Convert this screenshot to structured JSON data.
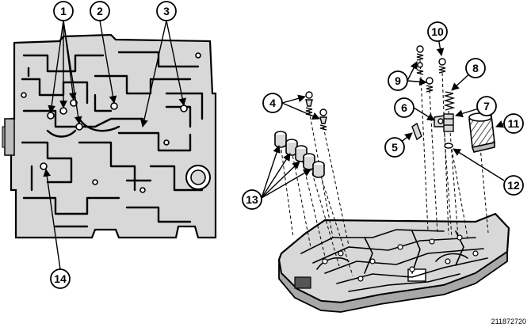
{
  "figure_id": "211872720",
  "callouts": [
    "1",
    "2",
    "3",
    "4",
    "5",
    "6",
    "7",
    "8",
    "9",
    "10",
    "11",
    "12",
    "13",
    "14"
  ]
}
